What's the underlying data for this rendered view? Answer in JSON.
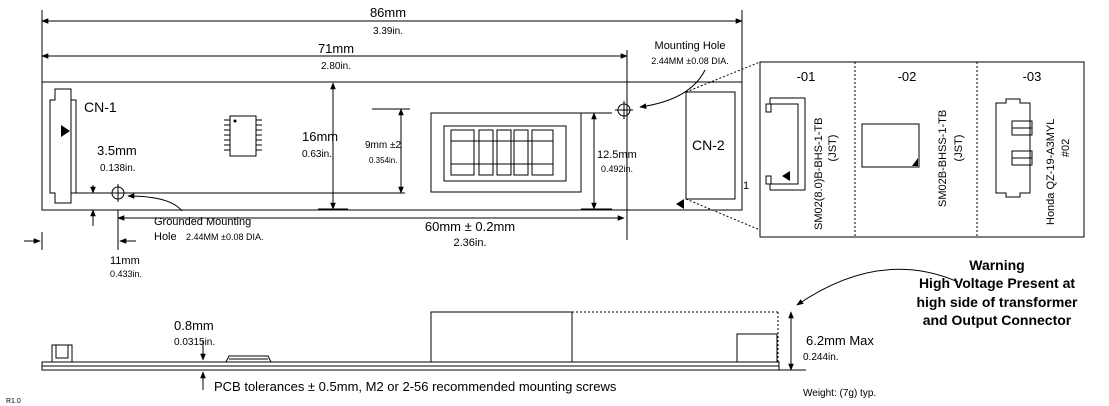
{
  "dims": {
    "overall_mm": "86mm",
    "overall_in": "3.39in.",
    "holes_mm": "71mm",
    "holes_in": "2.80in.",
    "height_mm": "16mm",
    "height_in": "0.63in.",
    "cn_offset_mm": "9mm ±2",
    "cn_offset_in": "0.354in.",
    "trans_mm": "12.5mm",
    "trans_in": "0.492in.",
    "left_hole_mm": "3.5mm",
    "left_hole_in": "0.138in.",
    "hole_x_mm": "11mm",
    "hole_x_in": "0.433in.",
    "span_mm": "60mm ± 0.2mm",
    "span_in": "2.36in.",
    "pcb_thick_mm": "0.8mm",
    "pcb_thick_in": "0.0315in.",
    "max_height_mm": "6.2mm Max",
    "max_height_in": "0.244in."
  },
  "labels": {
    "cn1": "CN-1",
    "cn2": "CN-2",
    "pin1": "1",
    "mounting_hole_title": "Mounting Hole",
    "mounting_hole_spec": "2.44MM ±0.08 DIA.",
    "grounded_hole_title": "Grounded Mounting",
    "grounded_hole_title2": "Hole",
    "grounded_hole_spec": "2.44MM ±0.08 DIA."
  },
  "variants": [
    {
      "code": "-01",
      "part": "SM02(8.0)B-BHS-1-TB",
      "maker": "(JST)"
    },
    {
      "code": "-02",
      "part": "SM02B-BHSS-1-TB",
      "maker": "(JST)"
    },
    {
      "code": "-03",
      "part": "Honda QZ-19-A3MYL",
      "maker": "#02"
    }
  ],
  "warning": {
    "title": "Warning",
    "line1": "High Voltage Present at",
    "line2": "high side of transformer",
    "line3": "and Output Connector"
  },
  "footer": {
    "tolerance": "PCB tolerances ± 0.5mm, M2 or 2-56 recommended mounting screws",
    "weight": "Weight:  (7g) typ.",
    "revision": "R1.0"
  }
}
